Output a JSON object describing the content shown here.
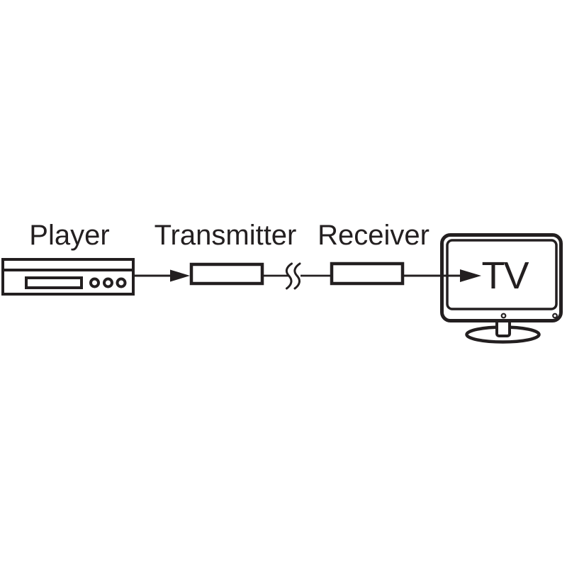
{
  "colors": {
    "ink": "#231f20",
    "background": "#ffffff"
  },
  "labels": {
    "player": "Player",
    "transmitter": "Transmitter",
    "receiver": "Receiver",
    "tv": "TV"
  },
  "icons": {
    "player_device": "disc-player-front-panel",
    "transmitter_box": "plain-rectangle-module",
    "receiver_box": "plain-rectangle-module",
    "wireless_break": "signal-break-double-squiggle",
    "arrow": "solid-right-arrowhead",
    "tv": "flat-screen-monitor-with-stand"
  },
  "connections": [
    {
      "from": "Player",
      "to": "Transmitter",
      "style": "arrow"
    },
    {
      "from": "Transmitter",
      "to": "Receiver",
      "style": "wireless-break-line"
    },
    {
      "from": "Receiver",
      "to": "TV",
      "style": "arrow"
    }
  ]
}
